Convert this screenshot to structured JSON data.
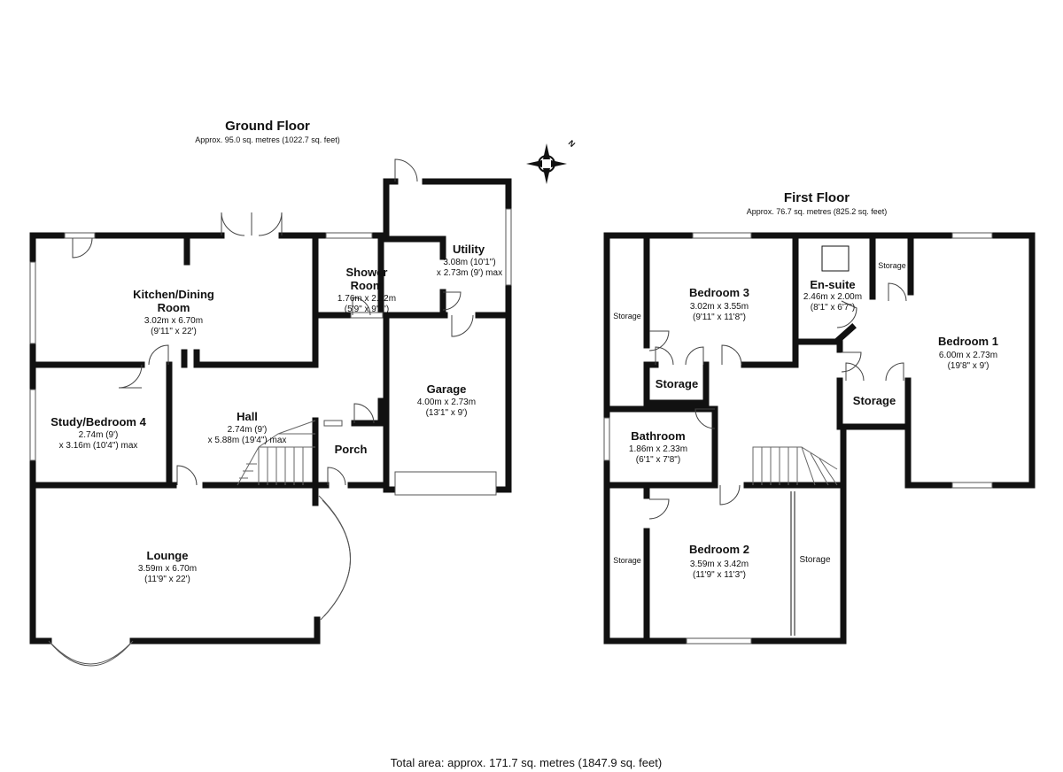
{
  "ground_floor": {
    "title": "Ground Floor",
    "area": "Approx. 95.0 sq. metres (1022.7 sq. feet)",
    "rooms": {
      "kitchen": {
        "name1": "Kitchen/Dining",
        "name2": "Room",
        "dim1": "3.02m x 6.70m",
        "dim2": "(9'11\" x 22')"
      },
      "shower": {
        "name1": "Shower",
        "name2": "Room",
        "dim1": "1.76m x 2.92m",
        "dim2": "(5'9\" x 9'7\")"
      },
      "utility": {
        "name": "Utility",
        "dim1": "3.08m (10'1\")",
        "dim2": "x 2.73m (9') max"
      },
      "study": {
        "name": "Study/Bedroom 4",
        "dim1": "2.74m (9')",
        "dim2": "x 3.16m (10'4\") max"
      },
      "hall": {
        "name": "Hall",
        "dim1": "2.74m (9')",
        "dim2": "x 5.88m (19'4\") max"
      },
      "porch": {
        "name": "Porch"
      },
      "garage": {
        "name": "Garage",
        "dim1": "4.00m x 2.73m",
        "dim2": "(13'1\" x 9')"
      },
      "lounge": {
        "name": "Lounge",
        "dim1": "3.59m x 6.70m",
        "dim2": "(11'9\" x 22')"
      }
    }
  },
  "first_floor": {
    "title": "First Floor",
    "area": "Approx. 76.7 sq. metres (825.2 sq. feet)",
    "rooms": {
      "bedroom3": {
        "name": "Bedroom 3",
        "dim1": "3.02m x 3.55m",
        "dim2": "(9'11\" x 11'8\")"
      },
      "ensuite": {
        "name": "En-suite",
        "dim1": "2.46m x 2.00m",
        "dim2": "(8'1\" x 6'7\")"
      },
      "bedroom1": {
        "name": "Bedroom 1",
        "dim1": "6.00m x 2.73m",
        "dim2": "(19'8\" x 9')"
      },
      "bathroom": {
        "name": "Bathroom",
        "dim1": "1.86m x 2.33m",
        "dim2": "(6'1\" x 7'8\")"
      },
      "bedroom2": {
        "name": "Bedroom 2",
        "dim1": "3.59m x 3.42m",
        "dim2": "(11'9\" x 11'3\")"
      }
    },
    "storage_label": "Storage"
  },
  "compass_label": "N",
  "total_area": "Total area: approx. 171.7 sq. metres (1847.9 sq. feet)"
}
